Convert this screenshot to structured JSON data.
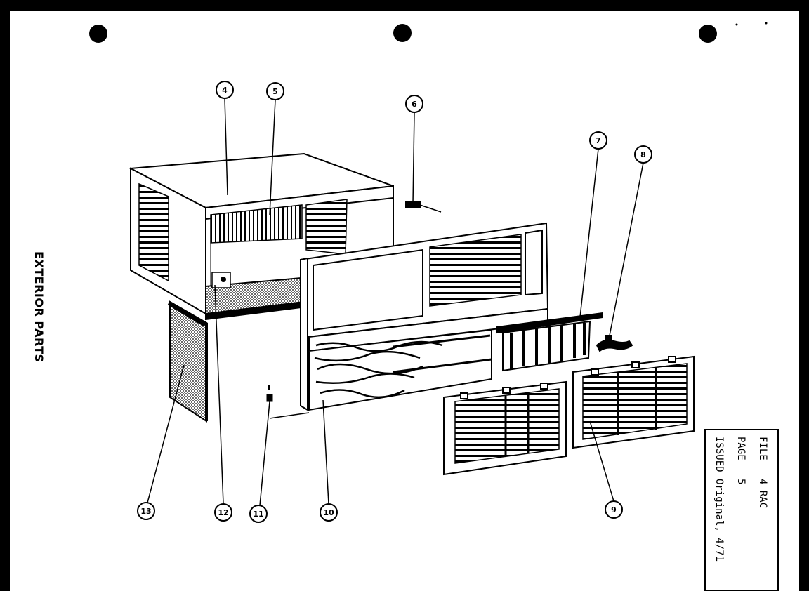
{
  "page": {
    "title": "EXTERIOR PARTS"
  },
  "info_box": {
    "file_label": "FILE",
    "file_value": "4 RAC",
    "page_label": "PAGE",
    "page_value": "5",
    "issued_label": "ISSUED",
    "issued_value": "Original, 4/71"
  },
  "callouts": {
    "c4": "4",
    "c5": "5",
    "c6": "6",
    "c7": "7",
    "c8": "8",
    "c9": "9",
    "c10": "10",
    "c11": "11",
    "c12": "12",
    "c13": "13"
  },
  "colors": {
    "ink": "#000000",
    "paper": "#ffffff",
    "border": "#000000"
  }
}
